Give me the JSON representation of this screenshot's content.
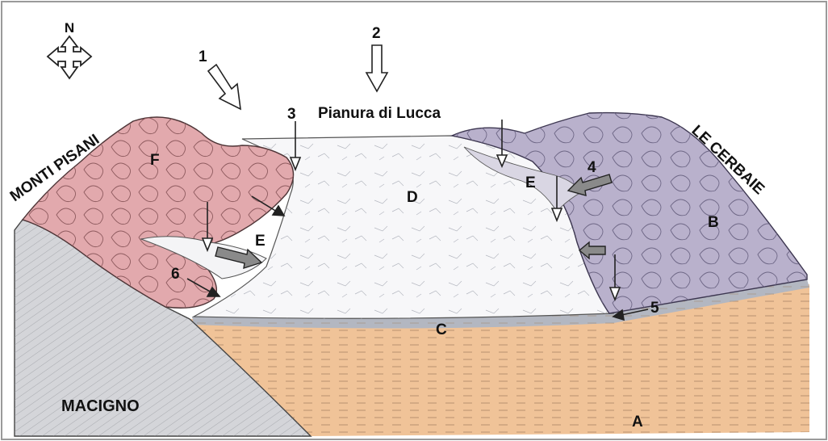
{
  "compass": {
    "label": "N"
  },
  "regions": {
    "monti_pisani": "MONTI PISANI",
    "le_cerbaie": "LE CERBAIE",
    "pianura": "Pianura di Lucca",
    "macigno": "MACIGNO"
  },
  "units": {
    "A": "A",
    "B": "B",
    "C": "C",
    "D": "D",
    "E_left": "E",
    "E_right": "E",
    "F": "F"
  },
  "callouts": {
    "n1": "1",
    "n2": "2",
    "n3": "3",
    "n4": "4",
    "n5": "5",
    "n6": "6"
  },
  "colors": {
    "pink_hills": "#e2a9ad",
    "purple_hills": "#b9b1cc",
    "orange_base": "#f0c398",
    "white_plain": "#f7f7f9",
    "gray_rock": "#cfd0d4"
  }
}
